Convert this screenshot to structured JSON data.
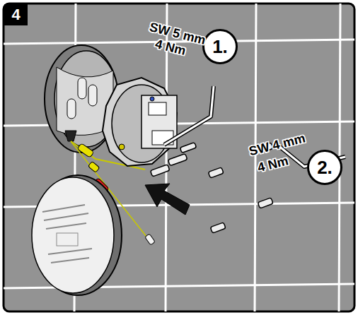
{
  "diagram": {
    "nodes": [
      {
        "text": [
          "4"
        ]
      },
      {
        "text": [
          "1."
        ]
      },
      {
        "text": [
          "2."
        ]
      }
    ],
    "labels": [
      "SW 5 mm",
      "4 Nm",
      "SW 4 mm",
      "4 Nm"
    ]
  }
}
